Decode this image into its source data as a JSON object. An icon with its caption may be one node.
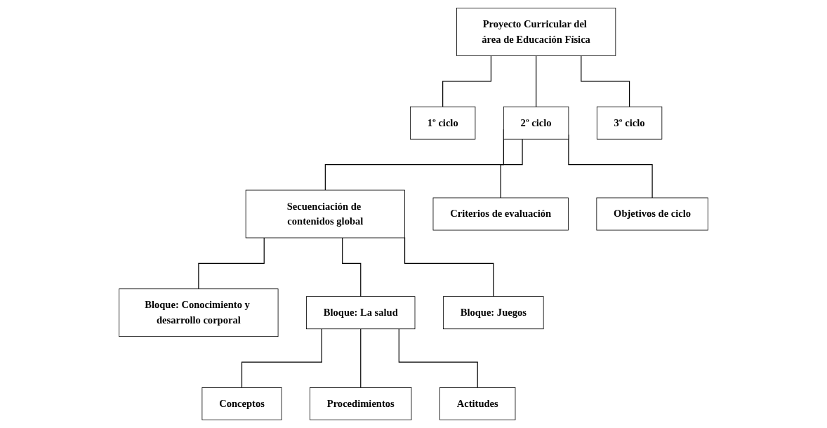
{
  "diagram": {
    "nodes": [
      {
        "text": [
          "Proyecto Curricular del área de Educación Física"
        ]
      },
      {
        "text": [
          "1º ciclo"
        ]
      },
      {
        "text": [
          "2º ciclo"
        ]
      },
      {
        "text": [
          "3º ciclo"
        ]
      },
      {
        "text": [
          "Secuenciación de contenidos global"
        ]
      },
      {
        "text": [
          "Criterios de evaluación"
        ]
      },
      {
        "text": [
          "Objetivos de ciclo"
        ]
      },
      {
        "text": [
          "Bloque: Conocimiento y desarrollo corporal"
        ]
      },
      {
        "text": [
          "Bloque: La salud"
        ]
      },
      {
        "text": [
          "Bloque: Juegos"
        ]
      },
      {
        "text": [
          "Conceptos"
        ]
      },
      {
        "text": [
          "Procedimientos"
        ]
      },
      {
        "text": [
          "Actitudes"
        ]
      }
    ],
    "edges": [
      {
        "from": 0,
        "to": 1,
        "arrow": "none"
      },
      {
        "from": 0,
        "to": 2,
        "arrow": "none"
      },
      {
        "from": 0,
        "to": 3,
        "arrow": "none"
      },
      {
        "from": 2,
        "to": 4,
        "arrow": "none"
      },
      {
        "from": 2,
        "to": 5,
        "arrow": "none"
      },
      {
        "from": 2,
        "to": 6,
        "arrow": "none"
      },
      {
        "from": 4,
        "to": 7,
        "arrow": "none"
      },
      {
        "from": 4,
        "to": 8,
        "arrow": "none"
      },
      {
        "from": 4,
        "to": 9,
        "arrow": "none"
      },
      {
        "from": 8,
        "to": 10,
        "arrow": "none"
      },
      {
        "from": 8,
        "to": 11,
        "arrow": "none"
      },
      {
        "from": 8,
        "to": 12,
        "arrow": "none"
      }
    ]
  }
}
